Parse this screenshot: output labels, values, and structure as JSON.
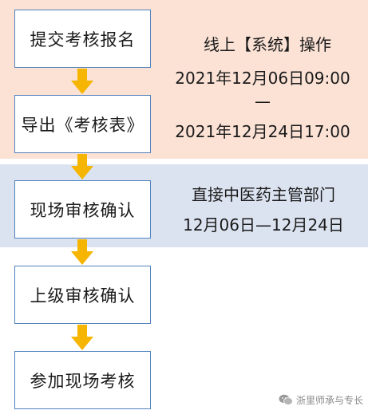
{
  "colors": {
    "online_band": "#fbe2d5",
    "onsite_band": "#dce3f0",
    "arrow": "#f5b500",
    "box_border": "#4f81bd"
  },
  "steps": [
    {
      "label": "提交考核报名"
    },
    {
      "label": "导出《考核表》"
    },
    {
      "label": "现场审核确认"
    },
    {
      "label": "上级审核确认"
    },
    {
      "label": "参加现场考核"
    }
  ],
  "online_info": {
    "title": "线上【系统】操作",
    "start": "2021年12月06日09:00",
    "dash": "—",
    "end": "2021年12月24日17:00"
  },
  "onsite_info": {
    "title": "直接中医药主管部门",
    "period": "12月06日—12月24日"
  },
  "watermark": {
    "icon": "wechat-icon",
    "text": "浙里师承与专长"
  }
}
